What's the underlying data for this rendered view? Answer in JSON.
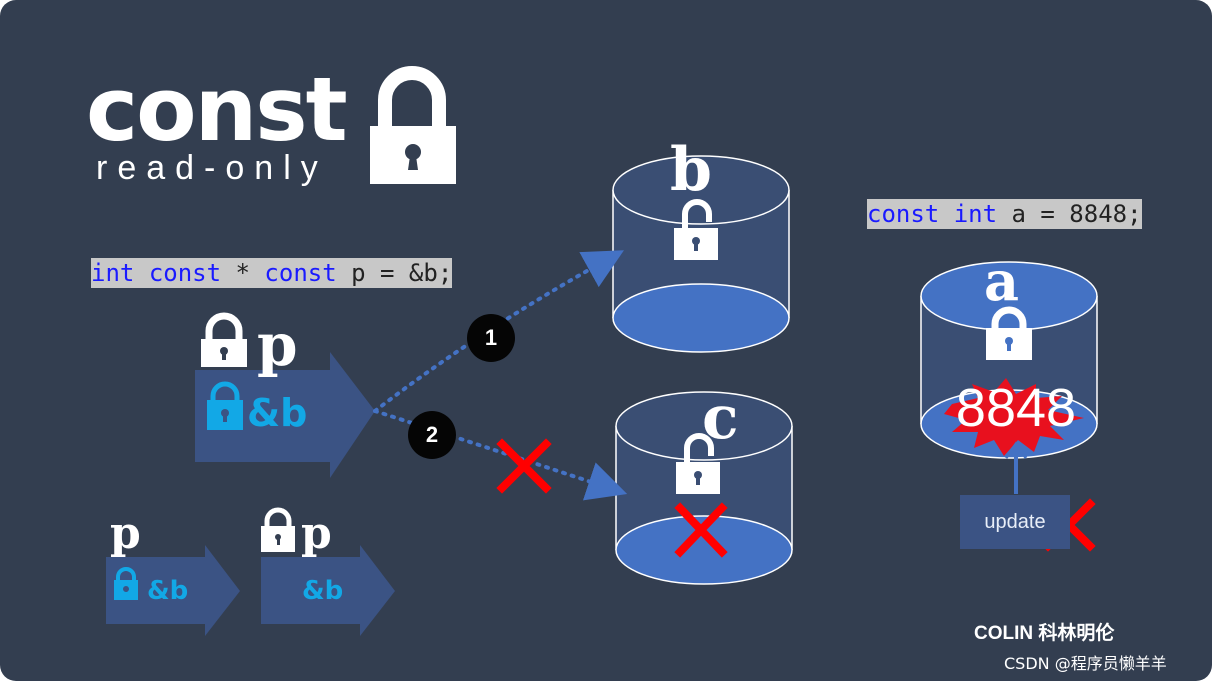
{
  "title": "const",
  "subtitle": "read-only",
  "code_pointer": {
    "type_kw": "int",
    "const_kw_1": "const",
    "star": " * ",
    "const_kw_2": "const",
    "rest": " p = &b;"
  },
  "code_const_a": {
    "const_kw": "const",
    "int_kw": "int",
    "rest": " a = 8848;"
  },
  "labels": {
    "p_main": "p",
    "b_main": "&b",
    "var_b": "b",
    "var_c": "c",
    "var_a": "a",
    "value_a": "8848",
    "update": "update",
    "p_small_1": "p",
    "b_small_1": "&b",
    "p_small_2": "p",
    "b_small_2": "&b"
  },
  "steps": [
    "1",
    "2"
  ],
  "brand": "COLIN 科林明伦",
  "watermark": "CSDN @程序员懒羊羊",
  "colors": {
    "background": "#333e50",
    "cylinder_fill": "#4472c4",
    "arrow_fill": "#3b5384",
    "accent_cyan": "#12a8e6",
    "cross_red": "#ff0000",
    "burst_red": "#e8101e",
    "dotted_line": "#4472c4"
  },
  "icons": [
    "lock-icon",
    "unlock-icon",
    "cross-icon",
    "burst-icon",
    "dotted-arrow-icon"
  ]
}
